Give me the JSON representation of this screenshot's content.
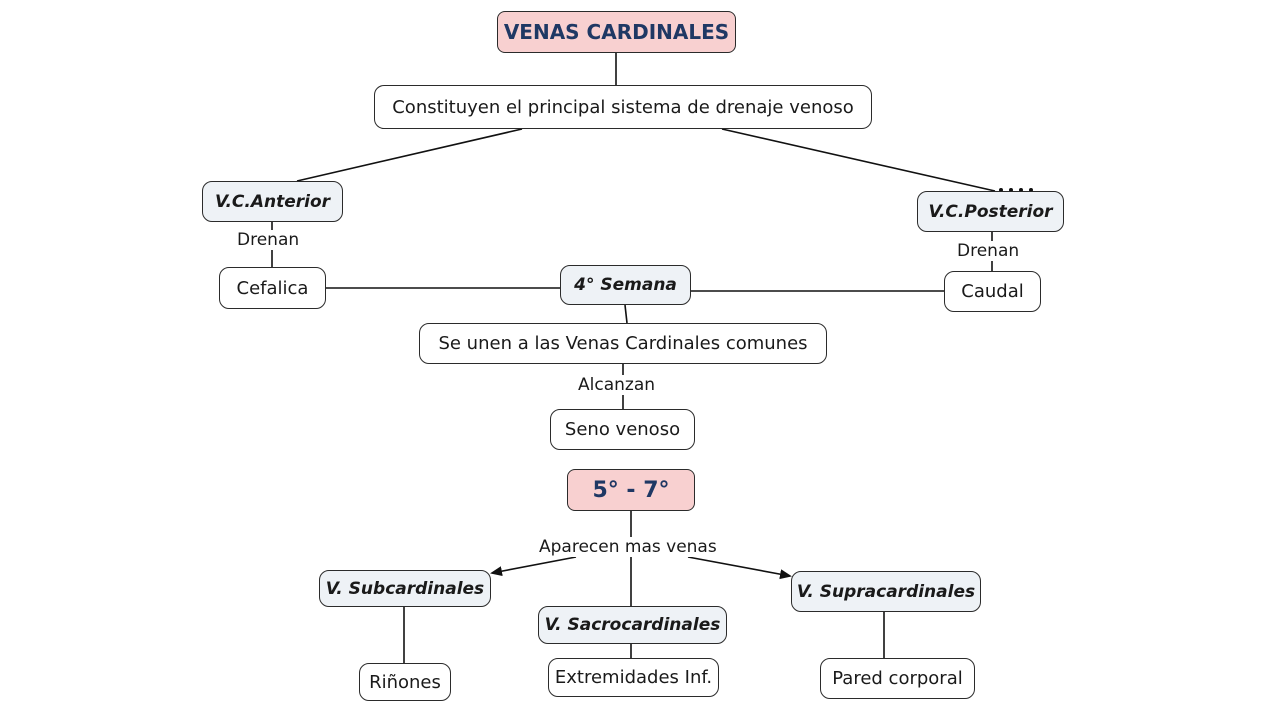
{
  "title": "VENAS CARDINALES",
  "definition": "Constituyen el principal sistema de drenaje venoso",
  "anterior": {
    "label": "V.C.Anterior",
    "link": "Drenan",
    "target": "Cefalica"
  },
  "posterior": {
    "label": "V.C.Posterior",
    "link": "Drenan",
    "target": "Caudal"
  },
  "week4": "4° Semana",
  "union": "Se unen a las Venas Cardinales comunes",
  "union_link": "Alcanzan",
  "sinus": "Seno venoso",
  "weeks57": "5° - 7°",
  "appear_link": "Aparecen mas venas",
  "subcardinales": {
    "label": "V. Subcardinales",
    "target": "Riñones"
  },
  "sacrocardinales": {
    "label": "V. Sacrocardinales",
    "target": "Extremidades Inf."
  },
  "supracardinales": {
    "label": "V. Supracardinales",
    "target": "Pared corporal"
  }
}
